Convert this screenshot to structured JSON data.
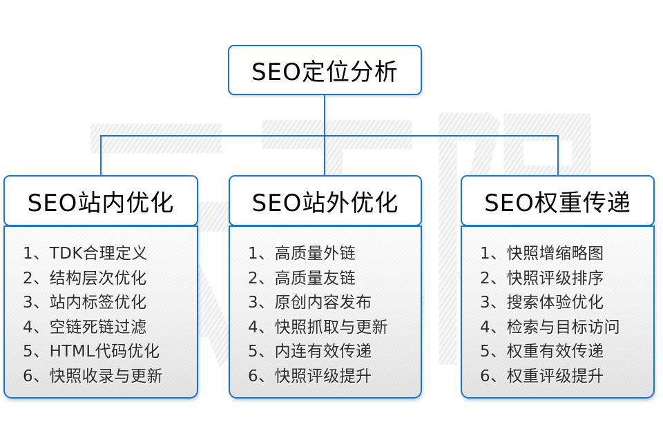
{
  "colors": {
    "accent": "#1675cd",
    "panel_top": "#fdfdfd",
    "panel_bottom": "#e3e3e3",
    "text": "#2b2b2b"
  },
  "watermark": {
    "text": "云无限"
  },
  "root": {
    "title": "SEO定位分析"
  },
  "columns": [
    {
      "title": "SEO站内优化",
      "items": [
        "1、TDK合理定义",
        "2、结构层次优化",
        "3、站内标签优化",
        "4、空链死链过滤",
        "5、HTML代码优化",
        "6、快照收录与更新"
      ]
    },
    {
      "title": "SEO站外优化",
      "items": [
        "1、高质量外链",
        "2、高质量友链",
        "3、原创内容发布",
        "4、快照抓取与更新",
        "5、内连有效传递",
        "6、快照评级提升"
      ]
    },
    {
      "title": "SEO权重传递",
      "items": [
        "1、快照增缩略图",
        "2、快照评级排序",
        "3、搜索体验优化",
        "4、检索与目标访问",
        "5、权重有效传递",
        "6、权重评级提升"
      ]
    }
  ]
}
